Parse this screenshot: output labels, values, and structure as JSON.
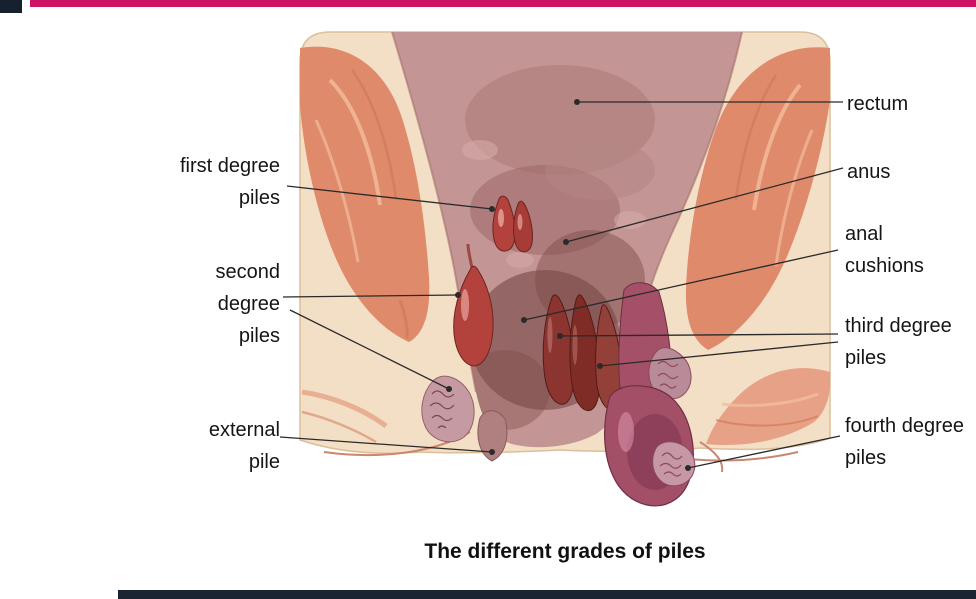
{
  "palette": {
    "brand_bar": "#cf1163",
    "corner_block": "#16202e",
    "bottom_bar": "#1b2433",
    "tissue_cream": "#f3dfc5",
    "muscle_salmon": "#e08a6c",
    "mucosa_pink": "#c39594",
    "pile_red": "#b2423b",
    "pile_dark_red": "#7f2c27",
    "pile_purple": "#a34f67",
    "external_pile_mauve": "#c59aa2",
    "label_text": "#151515"
  },
  "diagram": {
    "caption": "The different grades of piles",
    "labels": {
      "first_degree": "first degree\npiles",
      "second_degree": "second\ndegree\npiles",
      "external_pile": "external\npile",
      "rectum": "rectum",
      "anus": "anus",
      "anal_cushions": "anal\ncushions",
      "third_degree": "third degree\npiles",
      "fourth_degree": "fourth degree\npiles"
    }
  }
}
